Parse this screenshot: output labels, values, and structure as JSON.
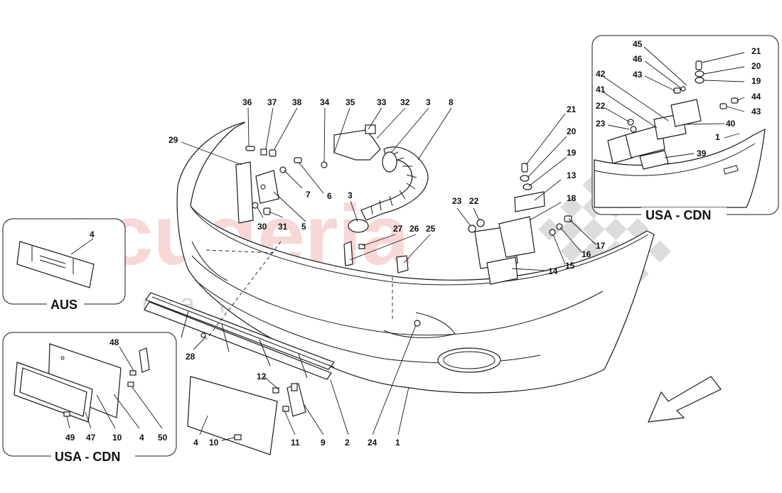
{
  "watermark": {
    "main": "scuderia",
    "sub": "car parts"
  },
  "insets": {
    "aus": {
      "label": "AUS"
    },
    "usa_cdn_left": {
      "label": "USA - CDN"
    },
    "usa_cdn_right": {
      "label": "USA - CDN"
    }
  },
  "callouts": {
    "c36": "36",
    "c37": "37",
    "c38": "38",
    "c34": "34",
    "c35": "35",
    "c33": "33",
    "c32": "32",
    "c3a": "3",
    "c8": "8",
    "c29": "29",
    "c7": "7",
    "c6": "6",
    "c3b": "3",
    "c30": "30",
    "c31": "31",
    "c5": "5",
    "c23": "23",
    "c22": "22",
    "c27": "27",
    "c26": "26",
    "c25": "25",
    "c21": "21",
    "c20": "20",
    "c19": "19",
    "c13": "13",
    "c18": "18",
    "c17": "17",
    "c16": "16",
    "c15": "15",
    "c14": "14",
    "c28": "28",
    "c12": "12",
    "c11": "11",
    "c9": "9",
    "c2": "2",
    "c24": "24",
    "c1": "1",
    "c4m": "4",
    "c10m": "10",
    "aus4": "4",
    "l48": "48",
    "l49": "49",
    "l47": "47",
    "l10": "10",
    "l4": "4",
    "l50": "50",
    "r45": "45",
    "r46": "46",
    "r43a": "43",
    "r42": "42",
    "r41": "41",
    "r22": "22",
    "r23": "23",
    "r21": "21",
    "r20": "20",
    "r19": "19",
    "r44": "44",
    "r43b": "43",
    "r40": "40",
    "r1": "1",
    "r39": "39"
  }
}
